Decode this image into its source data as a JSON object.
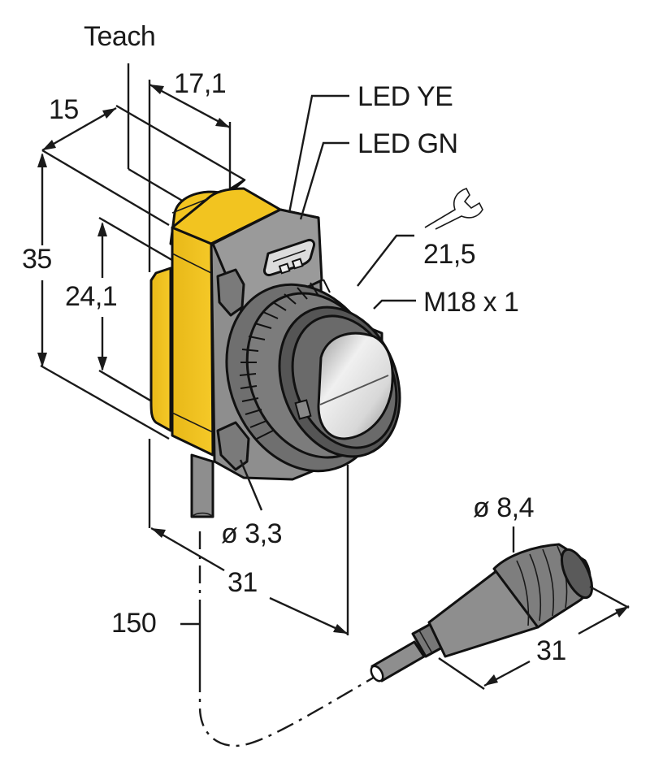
{
  "drawing": {
    "type": "dimension-drawing",
    "subject": "photoelectric sensor with M18 x 1 lens housing and cable pigtail connector",
    "colors": {
      "housing_yellow": "#F2C420",
      "housing_gray": "#8E8E8E",
      "dark_gray": "#5A5A5A",
      "lens_light": "#E4E4E4",
      "line": "#1A1A1A",
      "background": "#FFFFFF"
    }
  },
  "labels": {
    "teach": "Teach",
    "width_17_1": "17,1",
    "depth_15": "15",
    "led_ye": "LED YE",
    "led_gn": "LED GN",
    "wrench_size": "21,5",
    "thread": "M18 x 1",
    "height_35": "35",
    "height_24_1": "24,1",
    "hole_dia": "ø 3,3",
    "length_31_body": "31",
    "cable_length_150": "150",
    "connector_dia": "ø 8,4",
    "connector_length_31": "31"
  },
  "icons": {
    "wrench": "wrench-icon"
  }
}
